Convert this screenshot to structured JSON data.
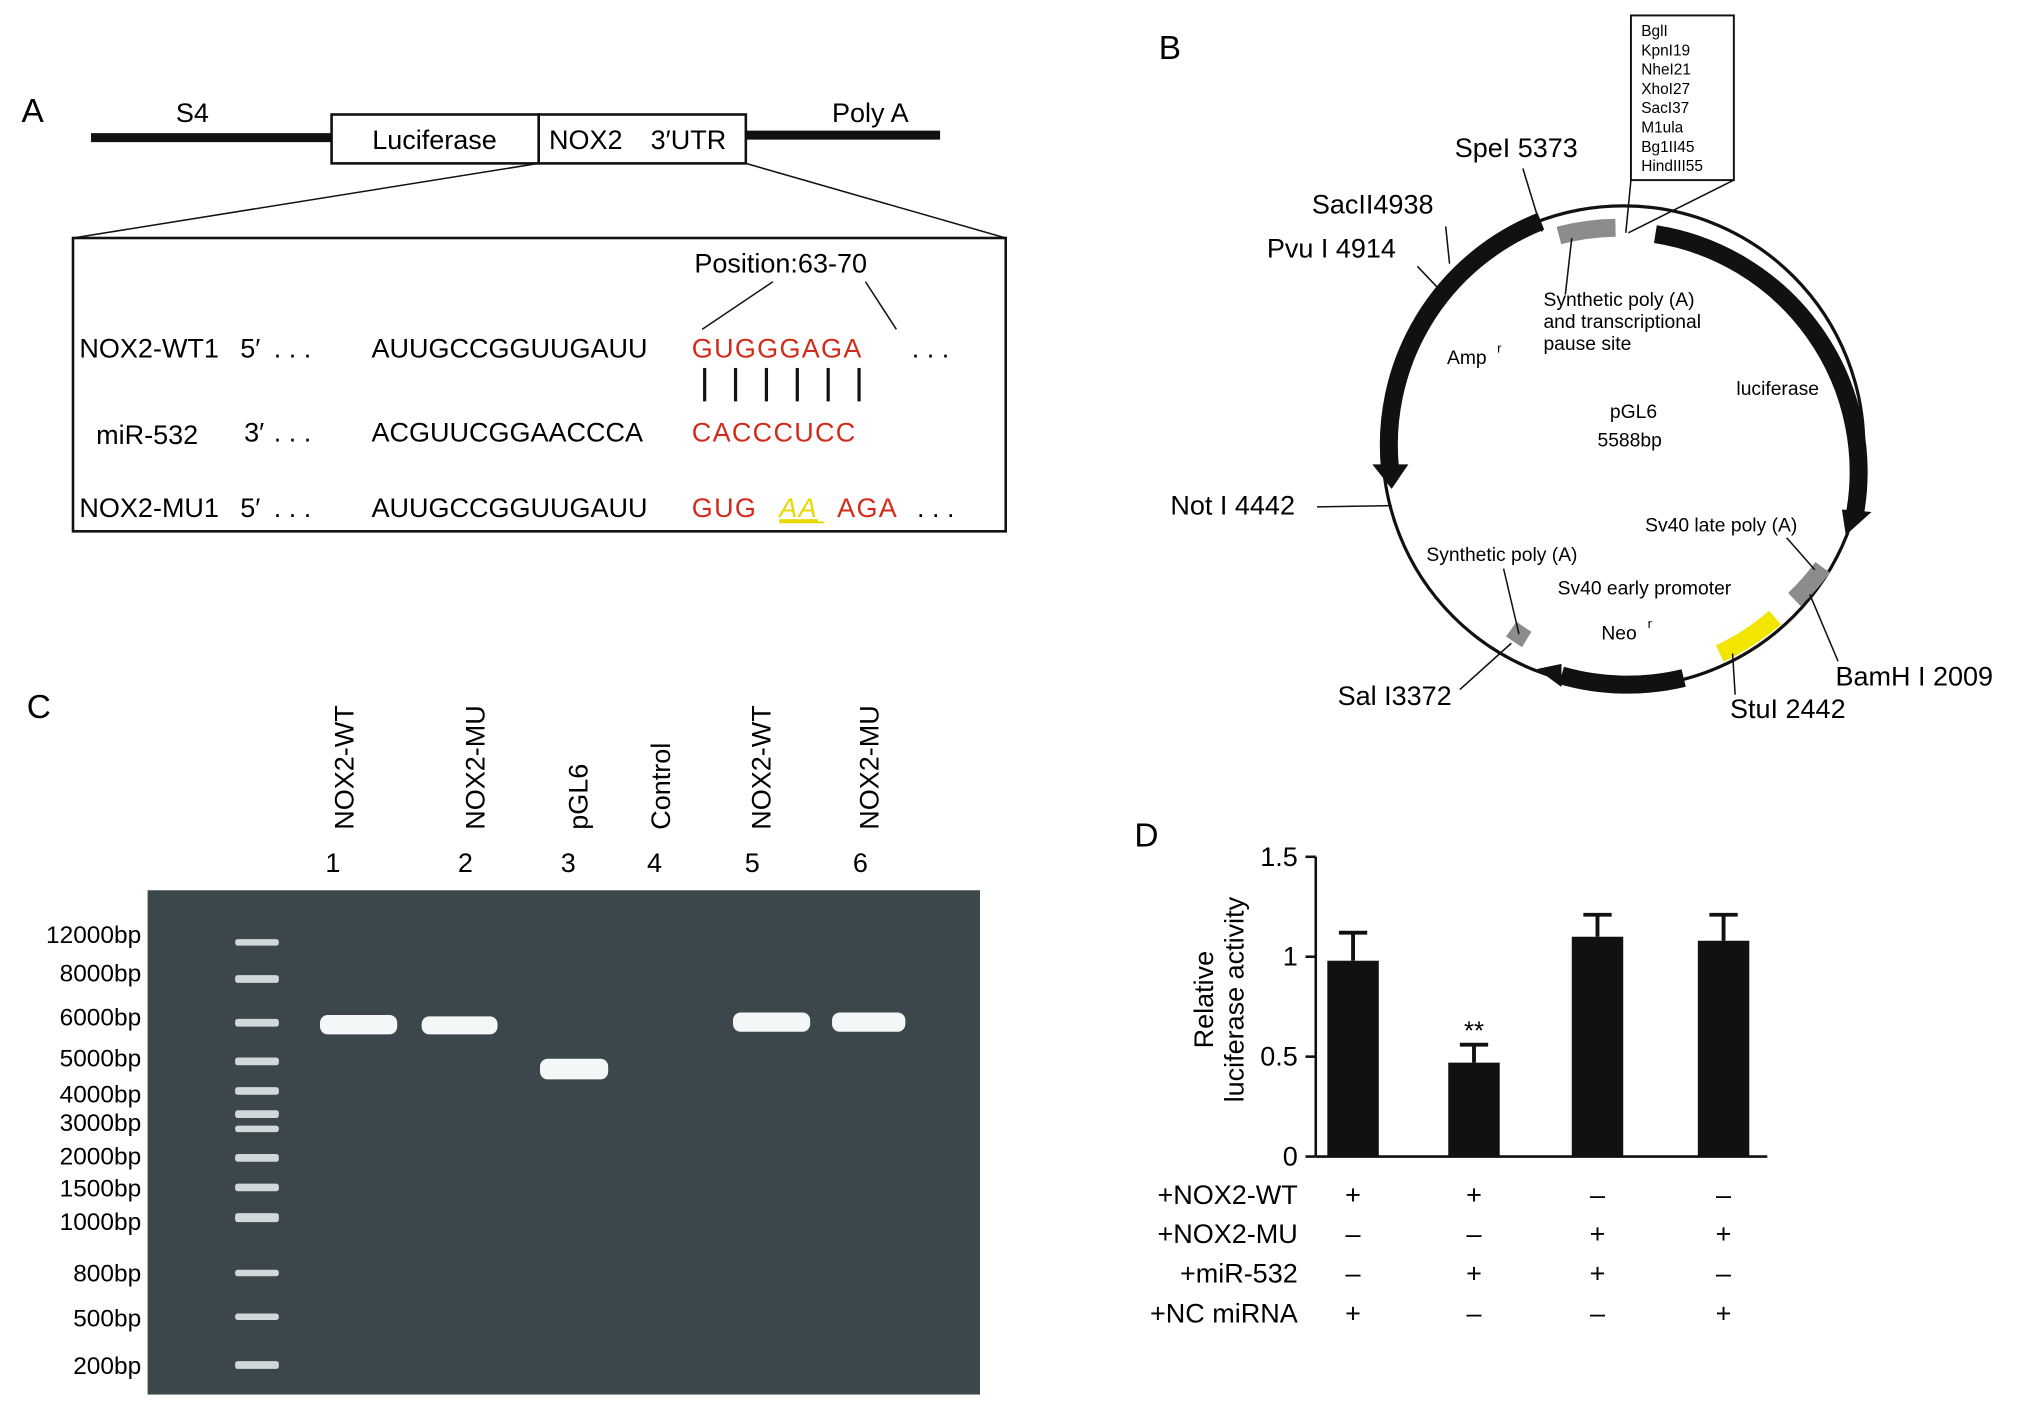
{
  "panels": {
    "a": "A",
    "b": "B",
    "c": "C",
    "d": "D"
  },
  "panel_a": {
    "s4": "S4",
    "poly_a": "Poly A",
    "luciferase": "Luciferase",
    "nox2": "NOX2",
    "utr": "3′UTR",
    "position": "Position:63-70",
    "rows": [
      {
        "name": "NOX2-WT1",
        "end": "5′",
        "dots": ". . .",
        "seq": "AUUGCCGGUUGAUU",
        "site": "GUGGGAGA",
        "tail": ". . ."
      },
      {
        "name": "miR-532",
        "end": "3′",
        "dots": ". . .",
        "seq": "ACGUUCGGAACCCA",
        "site": "CACCCUCC",
        "tail": ""
      },
      {
        "name": "NOX2-MU1",
        "end": "5′",
        "dots": ". . .",
        "seq": "AUUGCCGGUUGAUU",
        "site_a": "GUG",
        "site_mut": "AA",
        "site_b": "AGA",
        "tail": ". . ."
      }
    ]
  },
  "panel_b": {
    "plasmid": "pGL6",
    "size": "5588bp",
    "sites_box": [
      "BglI",
      "KpnI19",
      "NheI21",
      "XhoI27",
      "SacI37",
      "M1ula",
      "Bg1II45",
      "HindIII55"
    ],
    "speI": "SpeI 5373",
    "sacII": "SacII4938",
    "pvuI": "Pvu I 4914",
    "notI": "Not I 4442",
    "salI": "Sal I3372",
    "stuI": "StuI 2442",
    "bamHI": "BamH I 2009",
    "syn_poly_top": [
      "Synthetic poly (A)",
      "and transcriptional",
      "pause site"
    ],
    "amp": "Amp",
    "luc": "luciferase",
    "sv40_late": "Sv40 late poly (A)",
    "syn_poly_bottom": "Synthetic poly (A)",
    "sv40_early": "Sv40 early promoter",
    "neo": "Neo",
    "sup": "r",
    "colors": {
      "grey_feature": "#8c8c8c",
      "promoter": "#f2e600"
    }
  },
  "panel_c": {
    "lanes": [
      {
        "name": "NOX2-WT",
        "num": "1"
      },
      {
        "name": "NOX2-MU",
        "num": "2"
      },
      {
        "name": "pGL6",
        "num": "3"
      },
      {
        "name": "Control",
        "num": "4"
      },
      {
        "name": "NOX2-WT",
        "num": "5"
      },
      {
        "name": "NOX2-MU",
        "num": "6"
      }
    ],
    "ladder": [
      "12000bp",
      "8000bp",
      "6000bp",
      "5000bp",
      "4000bp",
      "3000bp",
      "2000bp",
      "1500bp",
      "1000bp",
      "800bp",
      "500bp",
      "200bp"
    ],
    "gel_color": "#3b474b"
  },
  "chart_data": {
    "type": "bar",
    "ylabel": "Relative luciferase activity",
    "ylim": [
      0,
      1.5
    ],
    "yticks": [
      "0",
      "0.5",
      "1",
      "1.5"
    ],
    "values": [
      0.98,
      0.47,
      1.1,
      1.08
    ],
    "errors": [
      0.14,
      0.09,
      0.11,
      0.13
    ],
    "significance": [
      "",
      "**",
      "",
      ""
    ],
    "conditions": [
      {
        "label": "+NOX2-WT",
        "marks": [
          "+",
          "+",
          "–",
          "–"
        ]
      },
      {
        "label": "+NOX2-MU",
        "marks": [
          "–",
          "–",
          "+",
          "+"
        ]
      },
      {
        "label": "+miR-532",
        "marks": [
          "–",
          "+",
          "+",
          "–"
        ]
      },
      {
        "label": "+NC miRNA",
        "marks": [
          "+",
          "–",
          "–",
          "+"
        ]
      }
    ]
  }
}
